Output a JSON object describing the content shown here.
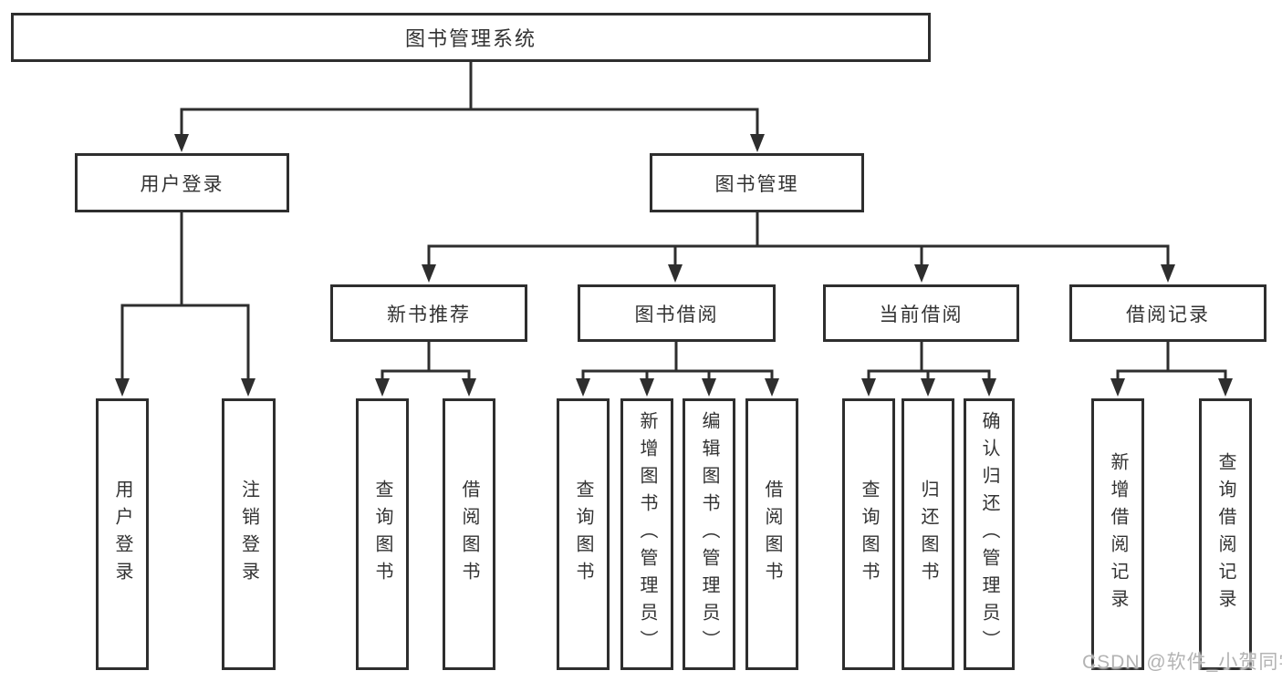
{
  "tree": {
    "root": {
      "label": "图书管理系统",
      "children": [
        {
          "label": "用户登录",
          "children": [
            {
              "label": "用户登录"
            },
            {
              "label": "注销登录"
            }
          ]
        },
        {
          "label": "图书管理",
          "children": [
            {
              "label": "新书推荐",
              "children": [
                {
                  "label": "查询图书"
                },
                {
                  "label": "借阅图书"
                }
              ]
            },
            {
              "label": "图书借阅",
              "children": [
                {
                  "label": "查询图书"
                },
                {
                  "label": "新增图书（管理员）"
                },
                {
                  "label": "编辑图书（管理员）"
                },
                {
                  "label": "借阅图书"
                }
              ]
            },
            {
              "label": "当前借阅",
              "children": [
                {
                  "label": "查询图书"
                },
                {
                  "label": "归还图书"
                },
                {
                  "label": "确认归还（管理员）"
                }
              ]
            },
            {
              "label": "借阅记录",
              "children": [
                {
                  "label": "新增借阅记录"
                },
                {
                  "label": "查询借阅记录"
                }
              ]
            }
          ]
        }
      ]
    }
  },
  "watermark": {
    "text": "CSDN @软件_小贺同学"
  },
  "colors": {
    "line": "#2e2e2e",
    "text": "#333333",
    "watermark": "#b3b3b3",
    "background": "#ffffff"
  }
}
